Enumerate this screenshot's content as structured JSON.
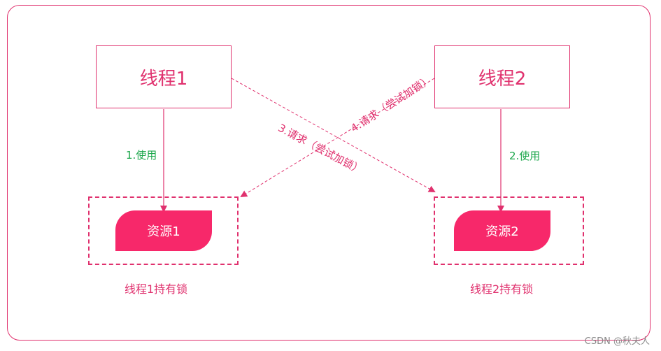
{
  "colors": {
    "accent": "#e0316e",
    "resource_fill": "#f7286a",
    "use_text": "#1aa64a"
  },
  "threads": {
    "t1": "线程1",
    "t2": "线程2"
  },
  "resources": {
    "r1": "资源1",
    "r2": "资源2"
  },
  "edges": {
    "use1": "1.使用",
    "use2": "2.使用",
    "req3": "3.请求（尝试加锁）",
    "req4": "4.请求（尝试加锁）"
  },
  "captions": {
    "c1": "线程1持有锁",
    "c2": "线程2持有锁"
  },
  "watermark": "CSDN @秋夫人"
}
